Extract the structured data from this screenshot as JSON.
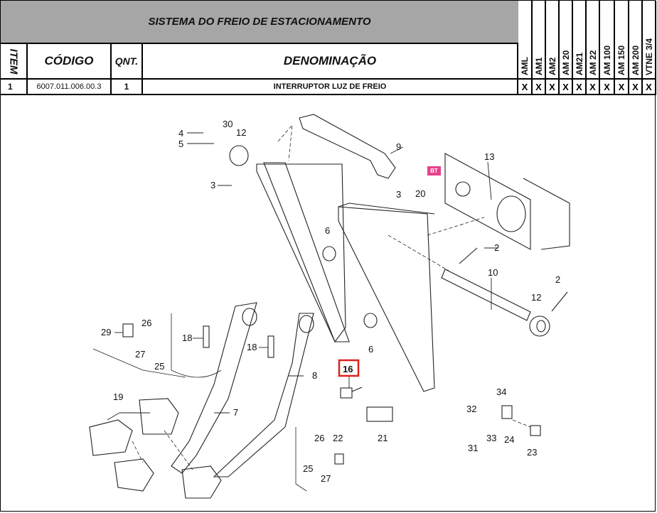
{
  "header": {
    "title": "SISTEMA DO FREIO DE ESTACIONAMENTO",
    "columns": {
      "item": "ITEM",
      "codigo": "CÓDIGO",
      "qnt": "QNT.",
      "denominacao": "DENOMINAÇÃO"
    },
    "models": [
      "AML",
      "AM1",
      "AM2",
      "AM 20",
      "AM21",
      "AM 22",
      "AM 100",
      "AM 150",
      "AM 200",
      "VTNE 3/4"
    ]
  },
  "rows": [
    {
      "item": "1",
      "codigo": "6007.011.006.00.3",
      "qnt": "1",
      "denominacao": "INTERRUPTOR LUZ DE FREIO",
      "marks": [
        "X",
        "X",
        "X",
        "X",
        "X",
        "X",
        "X",
        "X",
        "X",
        "X"
      ]
    }
  ],
  "diagram": {
    "badge": "BT",
    "highlighted_part": "16",
    "highlight_color": "#e0201c",
    "callouts": [
      "4",
      "5",
      "30",
      "12",
      "3",
      "9",
      "13",
      "3",
      "20",
      "6",
      "2",
      "10",
      "2",
      "12",
      "29",
      "26",
      "27",
      "25",
      "18",
      "18",
      "6",
      "16",
      "8",
      "7",
      "19",
      "21",
      "34",
      "32",
      "33",
      "24",
      "31",
      "23",
      "26",
      "22",
      "25",
      "27"
    ]
  }
}
